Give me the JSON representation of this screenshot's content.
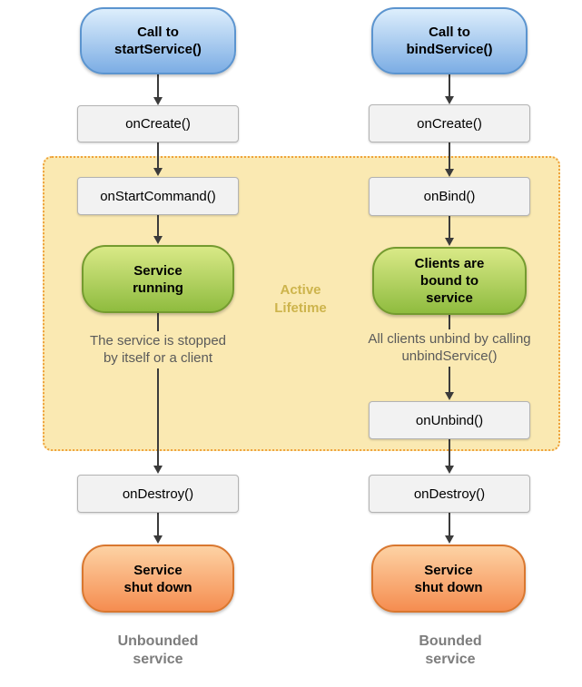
{
  "panel": {
    "active_lifetime_label": "Active\nLifetime"
  },
  "left_column": {
    "call_pill": "Call to\nstartService()",
    "oncreate_box": "onCreate()",
    "onstartcommand_box": "onStartCommand()",
    "running_pill": "Service\nrunning",
    "stopped_note": "The service is stopped\nby itself or a client",
    "ondestroy_box": "onDestroy()",
    "shutdown_pill": "Service\nshut down",
    "caption": "Unbounded\nservice"
  },
  "right_column": {
    "call_pill": "Call to\nbindService()",
    "oncreate_box": "onCreate()",
    "onbind_box": "onBind()",
    "bound_pill": "Clients are\nbound to\nservice",
    "unbind_note": "All clients unbind by calling\nunbindService()",
    "onunbind_box": "onUnbind()",
    "ondestroy_box": "onDestroy()",
    "shutdown_pill": "Service\nshut down",
    "caption": "Bounded\nservice"
  },
  "colors": {
    "blue_top": "#ddeefc",
    "blue_bottom": "#7cade4",
    "blue_border": "#5b94cf",
    "green_top": "#d9e987",
    "green_bottom": "#8fbc3f",
    "green_border": "#749b2f",
    "orange_top": "#fdd2a4",
    "orange_bottom": "#f58d50",
    "orange_border": "#d9772f",
    "gray_fill": "#f2f2f2",
    "gray_border": "#b3b3b3",
    "panel_fill": "#fae9b2",
    "panel_border": "#efa23b",
    "arrow": "#3b3b3b",
    "note_text": "#5a5a5a",
    "caption_text": "#7d7d7d",
    "lifetime_text": "#cdb44c"
  }
}
